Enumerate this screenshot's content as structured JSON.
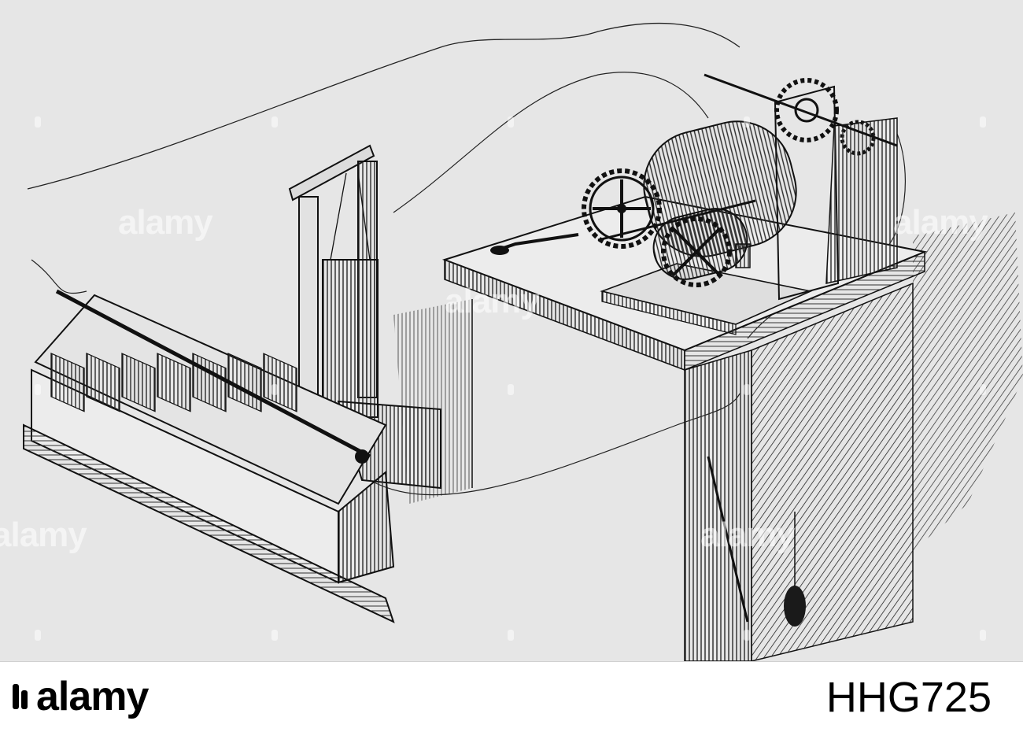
{
  "brand": {
    "name": "alamy"
  },
  "image_reference": "HHG725",
  "watermarks": [
    "alamy",
    "alamy",
    "alamy",
    "alamy",
    "alamy"
  ],
  "icons": [
    "alamy-logo-icon"
  ]
}
